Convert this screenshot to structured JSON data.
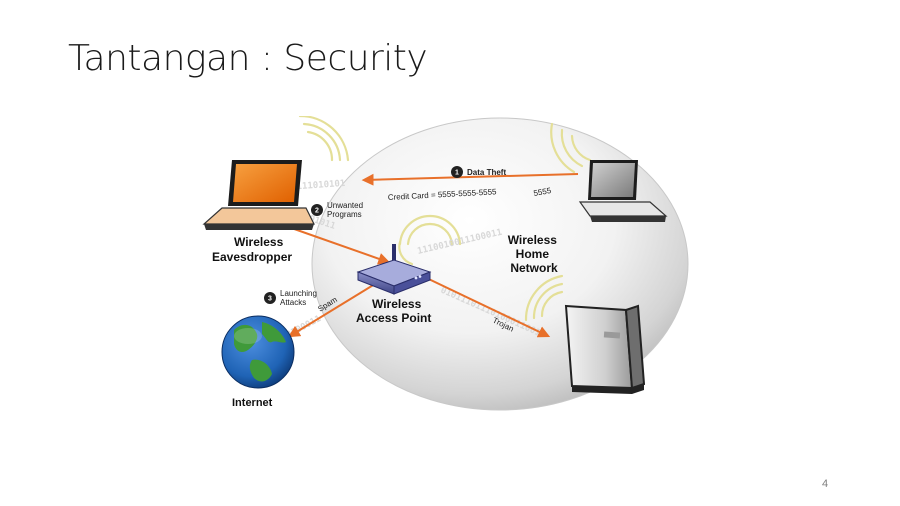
{
  "slide": {
    "title": "Tantangan : Security",
    "page_number": "4"
  },
  "diagram": {
    "nodes": {
      "eavesdropper": [
        "Wireless",
        "Eavesdropper"
      ],
      "access_point": [
        "Wireless",
        "Access Point"
      ],
      "home_network": [
        "Wireless",
        "Home",
        "Network"
      ],
      "internet": "Internet"
    },
    "threats": [
      {
        "number": "1",
        "label": [
          "Data Theft"
        ]
      },
      {
        "number": "2",
        "label": [
          "Unwanted",
          "Programs"
        ]
      },
      {
        "number": "3",
        "label": [
          "Launching",
          "Attacks"
        ]
      }
    ],
    "data_labels": {
      "credit_card": "Credit Card = 5555-5555-5555",
      "credit_card_tail": "5555",
      "spam": "Spam",
      "trojan": "Trojan"
    },
    "binary_streams": {
      "top": "01111010101",
      "left": "011101011",
      "center": "1110010011100011",
      "lower": "01011101110100011001",
      "spam_stream": "0100011"
    },
    "colors": {
      "attack_arrow": "#e8702a",
      "laptop_orange": "#f07a10",
      "signal_yellow": "#e7e3a0",
      "globe_ocean": "#1f63b5",
      "globe_land": "#3f9a3a"
    },
    "icons": [
      "laptop-icon",
      "wireless-router-icon",
      "server-tower-icon",
      "globe-icon",
      "signal-waves-icon"
    ]
  }
}
